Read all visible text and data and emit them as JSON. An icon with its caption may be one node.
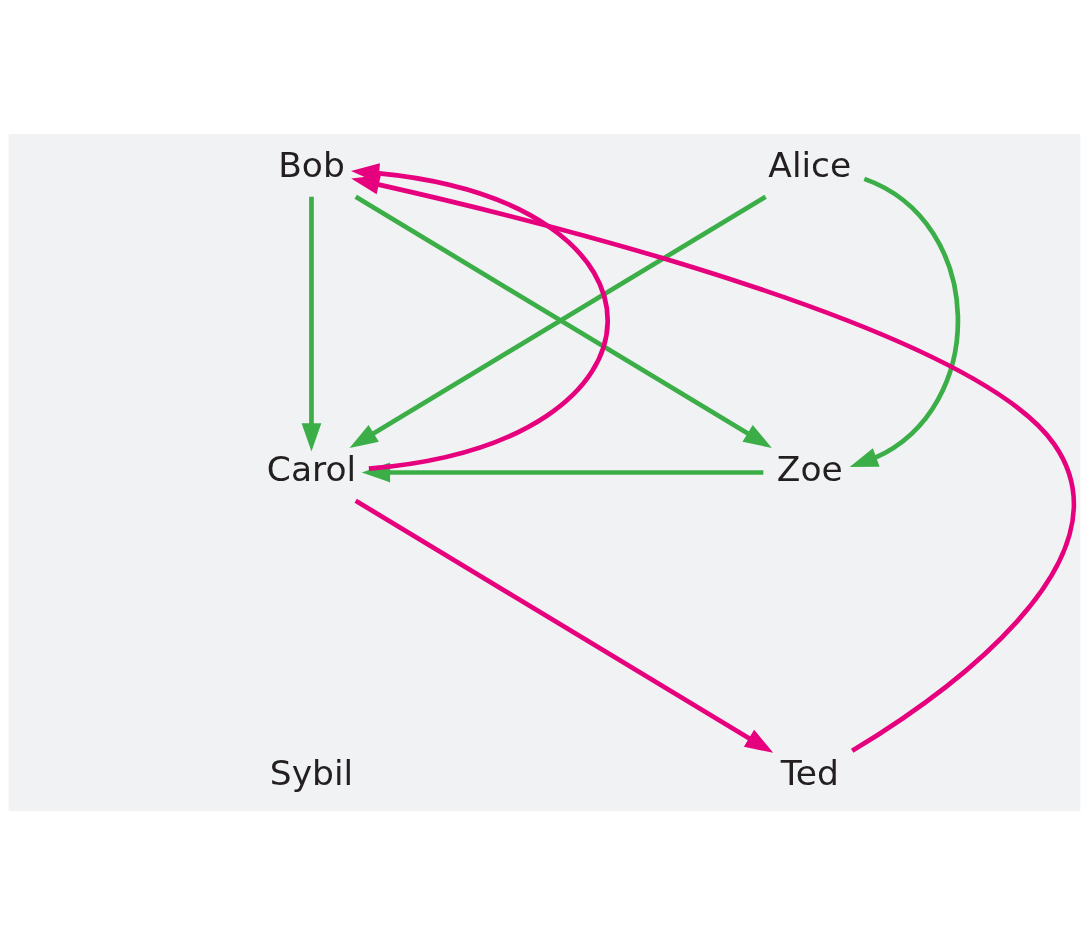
{
  "diagram": {
    "nodes": [
      {
        "text": [
          "Alice"
        ]
      },
      {
        "text": [
          "Bob"
        ]
      },
      {
        "text": [
          "Zoe"
        ]
      },
      {
        "text": [
          "Carol"
        ]
      },
      {
        "text": [
          "Ted"
        ]
      },
      {
        "text": [
          "Sybil"
        ]
      }
    ],
    "edges": [
      {
        "from": 0,
        "to": 2,
        "arrow": "to"
      },
      {
        "from": 0,
        "to": 3,
        "arrow": "to"
      },
      {
        "from": 1,
        "to": 2,
        "arrow": "to"
      },
      {
        "from": 1,
        "to": 3,
        "arrow": "to"
      },
      {
        "from": 2,
        "to": 3,
        "arrow": "to"
      },
      {
        "from": 3,
        "to": 1,
        "arrow": "to",
        "color": "#e6007e"
      },
      {
        "from": 3,
        "to": 4,
        "arrow": "to",
        "color": "#e6007e"
      },
      {
        "from": 4,
        "to": 1,
        "arrow": "to",
        "color": "#e6007e"
      }
    ]
  }
}
